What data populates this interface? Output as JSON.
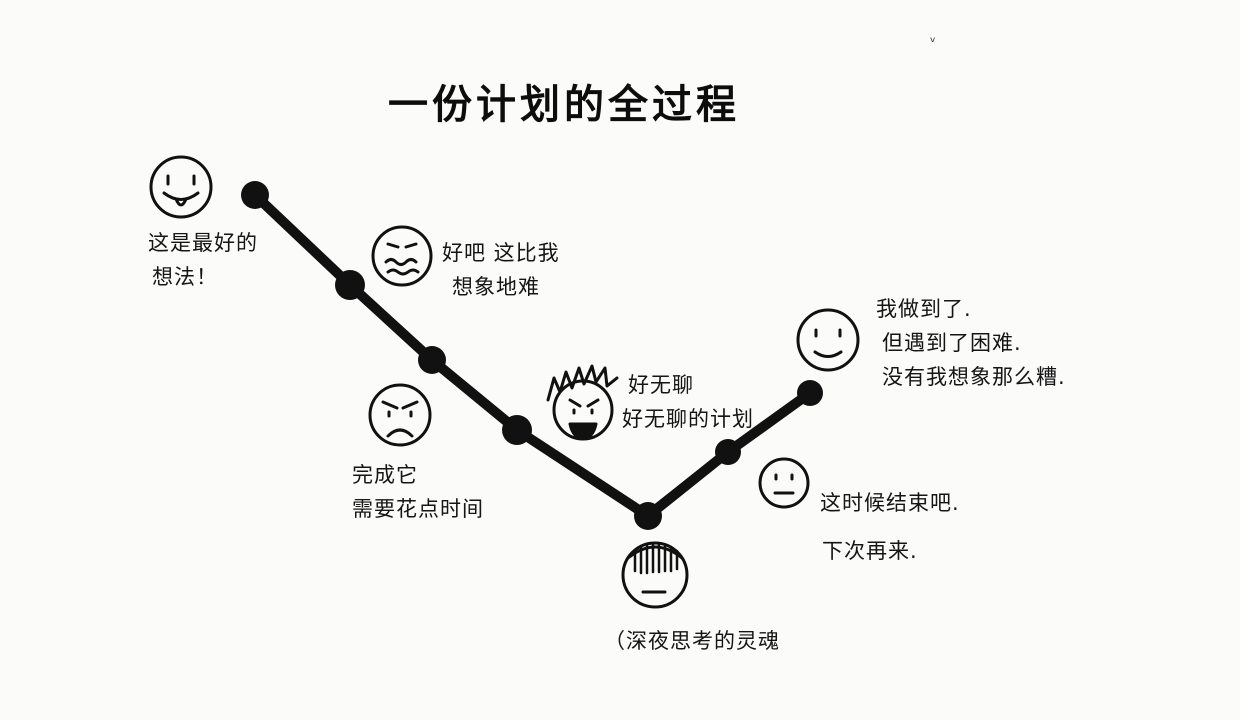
{
  "title": "一份计划的全过程",
  "corner_mark": "ᵥ",
  "stages": [
    {
      "mood": "very-happy",
      "label_lines": [
        "这是最好的",
        "想法！"
      ]
    },
    {
      "mood": "uneasy",
      "label_lines": [
        "好吧 这比我",
        "想象地难"
      ]
    },
    {
      "mood": "frowning",
      "label_lines": [
        "完成它",
        "需要花点时间"
      ]
    },
    {
      "mood": "angry",
      "label_lines": [
        "好无聊",
        "好无聊的计划"
      ]
    },
    {
      "mood": "soul",
      "label_lines": [
        "（深夜思考的灵魂"
      ]
    },
    {
      "mood": "neutral",
      "label_lines": [
        "这时候结束吧.",
        "下次再来."
      ]
    },
    {
      "mood": "smiling",
      "label_lines": [
        "我做到了.",
        "但遇到了困难.",
        "没有我想象那么糟."
      ]
    }
  ]
}
